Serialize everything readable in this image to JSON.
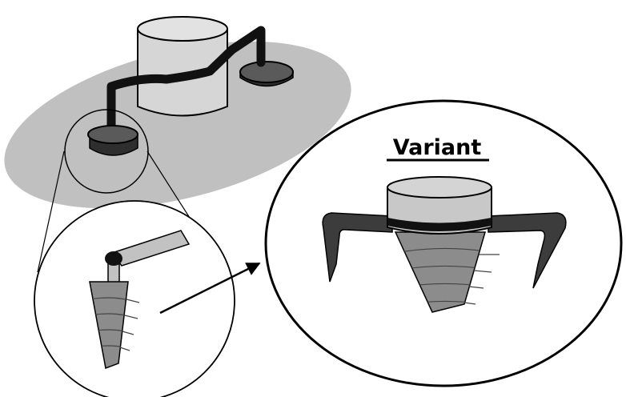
{
  "variant_label": "Variant",
  "colors": {
    "background": "#ffffff",
    "outline": "#000000",
    "plate": "#c0c0c0",
    "cylinder": "#d6d6d6",
    "pad_dark": "#5a5a5a",
    "arm": "#3c3c3c",
    "cone_fill": "#8c8c8c",
    "collar_band": "#111111"
  },
  "icons": [
    "ground-plate",
    "central-cylinder",
    "support-arm",
    "base-pad",
    "magnifier-circle",
    "screw-anchor",
    "pointer-arrow",
    "variant-anchor"
  ]
}
